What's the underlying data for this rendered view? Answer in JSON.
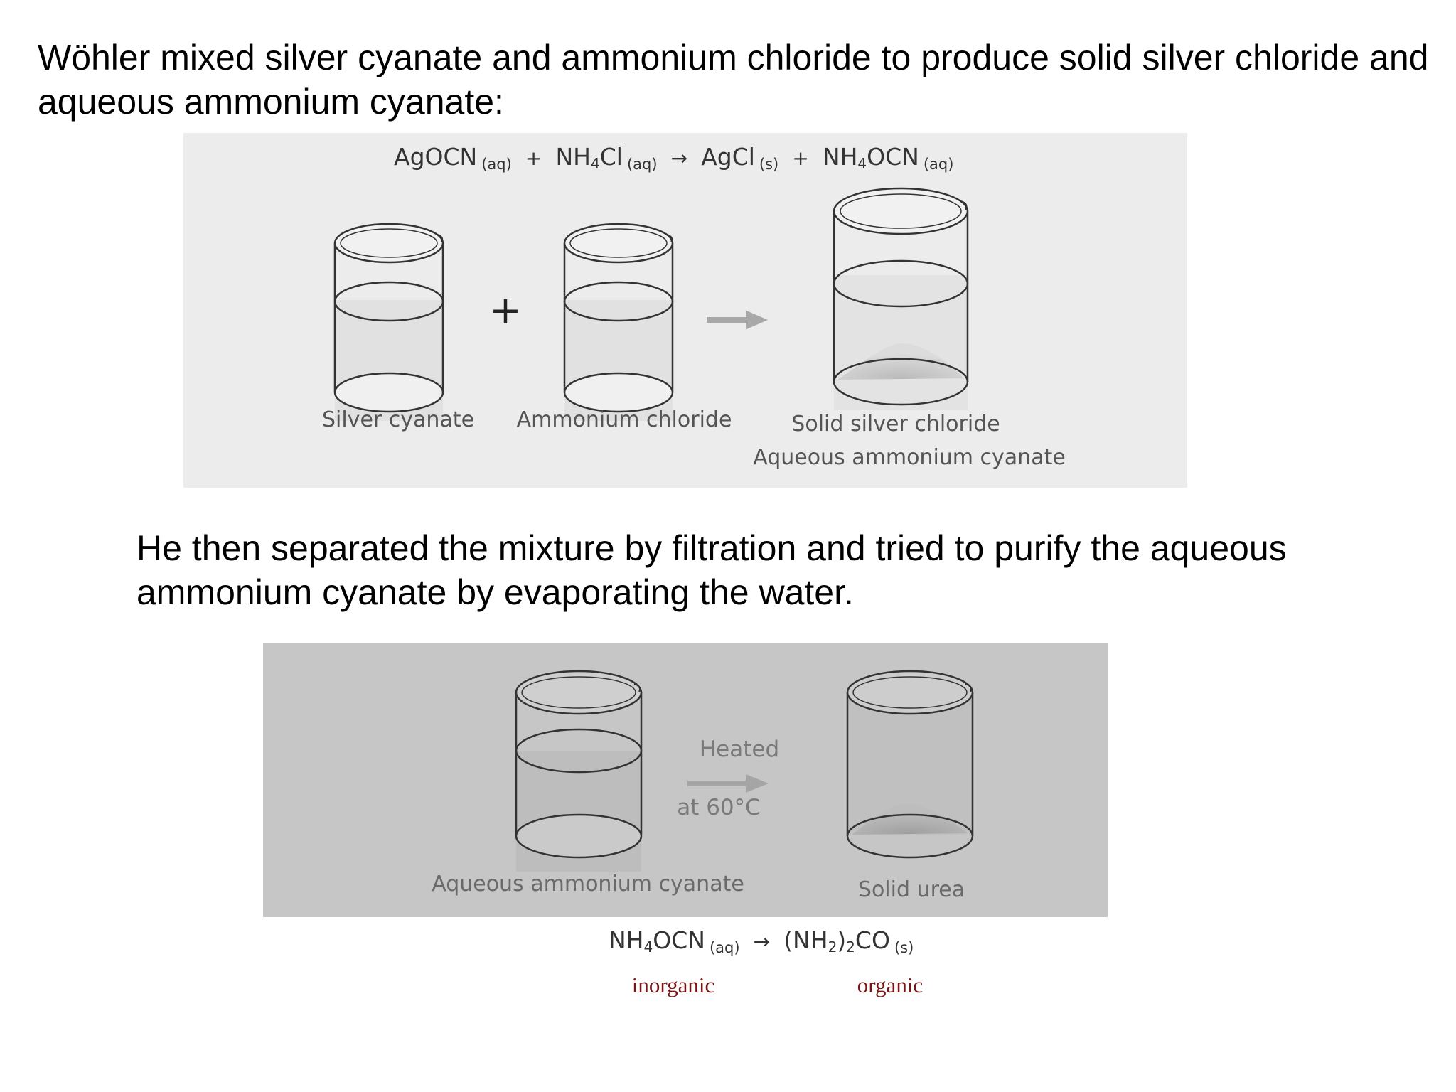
{
  "intro_text": "Wöhler mixed silver cyanate and ammonium chloride to produce solid silver chloride and aqueous ammonium cyanate:",
  "step2_text": "He then separated the mixture by filtration and tried to purify the aqueous ammonium cyanate by evaporating the water.",
  "reaction1": {
    "reactant1": {
      "formula": "AgOCN",
      "state": "(aq)"
    },
    "plus1": "+",
    "reactant2": {
      "formula_pre": "NH",
      "formula_sub": "4",
      "formula_post": "Cl",
      "state": "(aq)"
    },
    "arrow": "→",
    "product1": {
      "formula": "AgCl",
      "state": "(s)"
    },
    "plus2": "+",
    "product2": {
      "formula_pre": "NH",
      "formula_sub": "4",
      "formula_post": "OCN",
      "state": "(aq)"
    }
  },
  "panel1": {
    "plus_sign": "+",
    "label_beaker1": "Silver cyanate",
    "label_beaker2": "Ammonium chloride",
    "label_beaker3_line1": "Solid silver chloride",
    "label_beaker3_line2": "Aqueous ammonium cyanate"
  },
  "panel2": {
    "heated_label": "Heated",
    "temperature_label": "at 60°C",
    "label_beaker1": "Aqueous ammonium cyanate",
    "label_beaker2": "Solid urea"
  },
  "reaction2": {
    "reactant": {
      "formula_pre": "NH",
      "formula_sub": "4",
      "formula_post": "OCN",
      "state": "(aq)"
    },
    "arrow": "→",
    "product": {
      "p1": "(NH",
      "s1": "2",
      "p2": ")",
      "s2": "2",
      "p3": "CO",
      "state": "(s)"
    },
    "reactant_class": "inorganic",
    "product_class": "organic"
  },
  "colors": {
    "panel1_bg": "#ececec",
    "panel2_bg": "#c6c6c6",
    "arrow": "#a8a8a8",
    "class_label": "#7a1515"
  }
}
